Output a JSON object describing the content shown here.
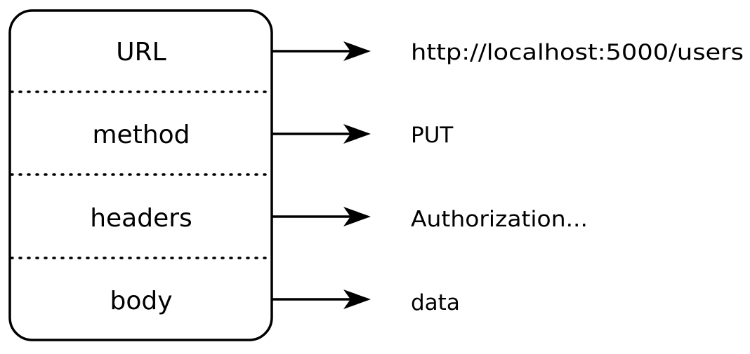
{
  "request_box": {
    "fields": [
      {
        "label": "URL",
        "value": "http://localhost:5000/users"
      },
      {
        "label": "method",
        "value": "PUT"
      },
      {
        "label": "headers",
        "value": "Authorization..."
      },
      {
        "label": "body",
        "value": "data"
      }
    ]
  },
  "colors": {
    "stroke": "#000000",
    "background": "#ffffff"
  }
}
